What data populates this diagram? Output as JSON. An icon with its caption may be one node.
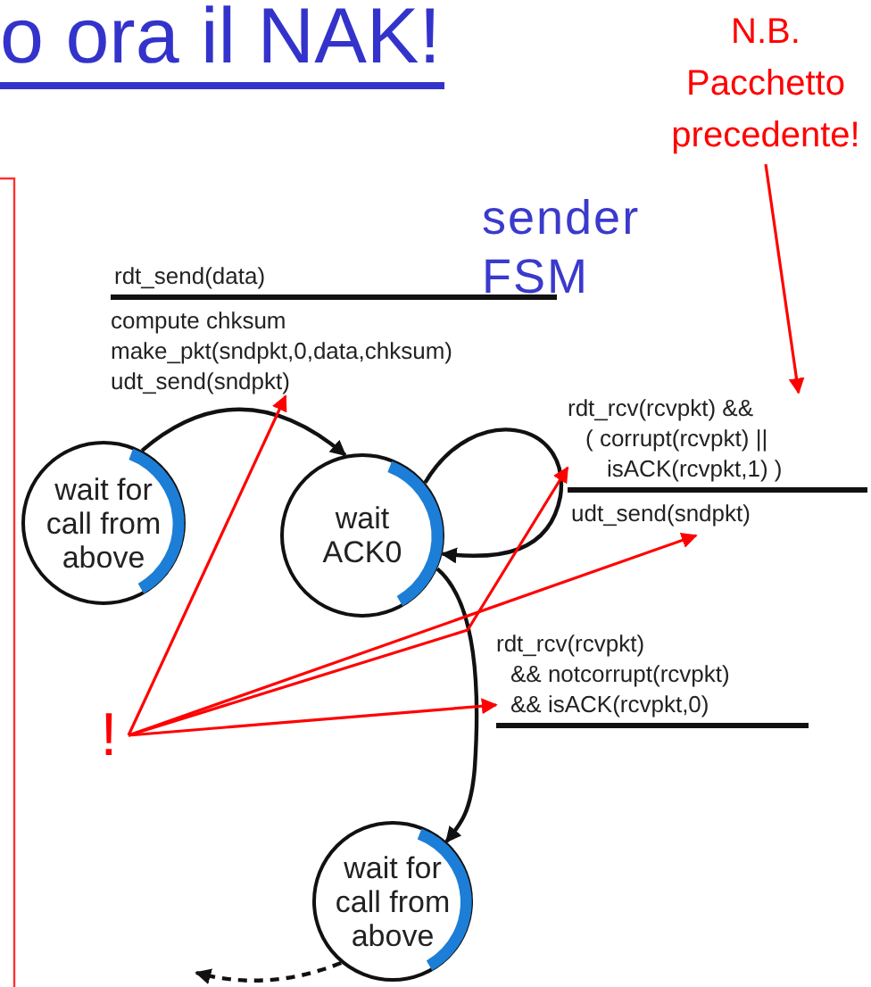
{
  "diagram": {
    "title": "o ora il NAK!",
    "nodes": [
      {
        "text": [
          "wait for call from above"
        ]
      },
      {
        "text": [
          "wait ACK0"
        ]
      },
      {
        "text": [
          "wait for call from above"
        ]
      },
      {
        "text": [
          "rdt_send(data)",
          "compute chksum",
          "make_pkt(sndpkt,0,data,chksum)",
          "udt_send(sndpkt)"
        ]
      },
      {
        "text": [
          "rdt_rcv(rcvpkt) &&",
          "( corrupt(rcvpkt) ||",
          "isACK(rcvpkt,1) )",
          "udt_send(sndpkt)"
        ]
      },
      {
        "text": [
          "rdt_rcv(rcvpkt)",
          "&& notcorrupt(rcvpkt)",
          "&& isACK(rcvpkt,0)"
        ]
      },
      {
        "text": [
          "!"
        ]
      },
      {
        "text": [
          "N.B. Pacchetto precedente!"
        ]
      }
    ],
    "edges": [
      {
        "from": 0,
        "to": 1,
        "arrow": "to",
        "color": "#111111"
      },
      {
        "from": 1,
        "to": 1,
        "arrow": "to",
        "color": "#111111"
      },
      {
        "from": 1,
        "to": 2,
        "arrow": "to",
        "color": "#111111"
      },
      {
        "from": 2,
        "to": null,
        "arrow": "to",
        "style": "dashed",
        "color": "#111111"
      },
      {
        "from": 6,
        "to": 3,
        "arrow": "to"
      },
      {
        "from": 6,
        "to": 4,
        "arrow": "to"
      },
      {
        "from": 6,
        "to": 4,
        "arrow": "to"
      },
      {
        "from": 6,
        "to": 5,
        "arrow": "to"
      },
      {
        "from": 7,
        "to": 4,
        "arrow": "to"
      }
    ],
    "labels": [
      "sender FSM"
    ]
  }
}
